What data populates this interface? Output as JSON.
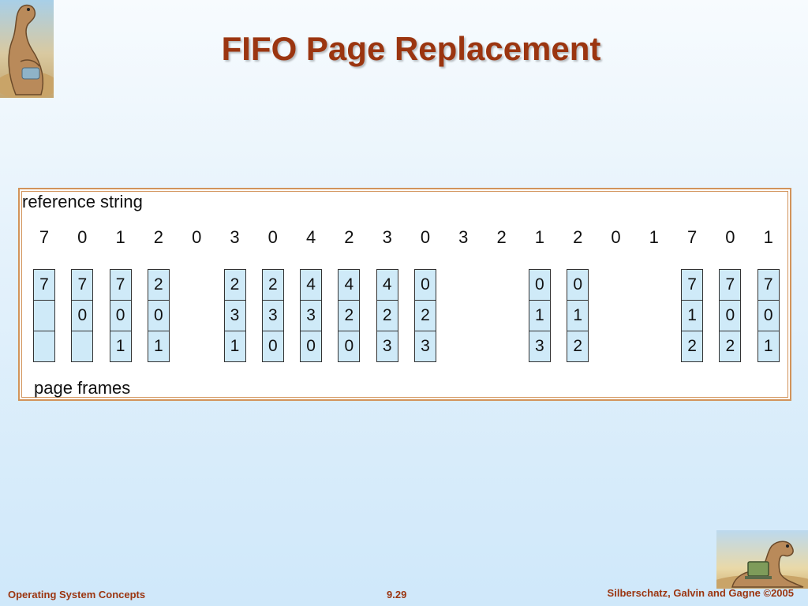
{
  "slide": {
    "title": "FIFO Page Replacement"
  },
  "diagram": {
    "reference_label": "reference string",
    "frames_label": "page frames",
    "reference_string": [
      "7",
      "0",
      "1",
      "2",
      "0",
      "3",
      "0",
      "4",
      "2",
      "3",
      "0",
      "3",
      "2",
      "1",
      "2",
      "0",
      "1",
      "7",
      "0",
      "1"
    ],
    "frames": [
      {
        "ref_index": 0,
        "pages": [
          "7",
          "",
          ""
        ]
      },
      {
        "ref_index": 1,
        "pages": [
          "7",
          "0",
          ""
        ]
      },
      {
        "ref_index": 2,
        "pages": [
          "7",
          "0",
          "1"
        ]
      },
      {
        "ref_index": 3,
        "pages": [
          "2",
          "0",
          "1"
        ]
      },
      {
        "ref_index": 5,
        "pages": [
          "2",
          "3",
          "1"
        ]
      },
      {
        "ref_index": 6,
        "pages": [
          "2",
          "3",
          "0"
        ]
      },
      {
        "ref_index": 7,
        "pages": [
          "4",
          "3",
          "0"
        ]
      },
      {
        "ref_index": 8,
        "pages": [
          "4",
          "2",
          "0"
        ]
      },
      {
        "ref_index": 9,
        "pages": [
          "4",
          "2",
          "3"
        ]
      },
      {
        "ref_index": 10,
        "pages": [
          "0",
          "2",
          "3"
        ]
      },
      {
        "ref_index": 13,
        "pages": [
          "0",
          "1",
          "3"
        ]
      },
      {
        "ref_index": 14,
        "pages": [
          "0",
          "1",
          "2"
        ]
      },
      {
        "ref_index": 17,
        "pages": [
          "7",
          "1",
          "2"
        ]
      },
      {
        "ref_index": 18,
        "pages": [
          "7",
          "0",
          "2"
        ]
      },
      {
        "ref_index": 19,
        "pages": [
          "7",
          "0",
          "1"
        ]
      }
    ]
  },
  "footer": {
    "left": "Operating System Concepts",
    "center": "9.29",
    "right": "Silberschatz, Galvin and Gagne ©2005"
  },
  "colors": {
    "title": "#9b3510",
    "frame_fill": "#cfeaf8",
    "diagram_border": "#d2935a"
  },
  "icons": {
    "top_left": "dinosaur-logo-icon",
    "bottom_right": "dinosaur-laptop-icon"
  }
}
